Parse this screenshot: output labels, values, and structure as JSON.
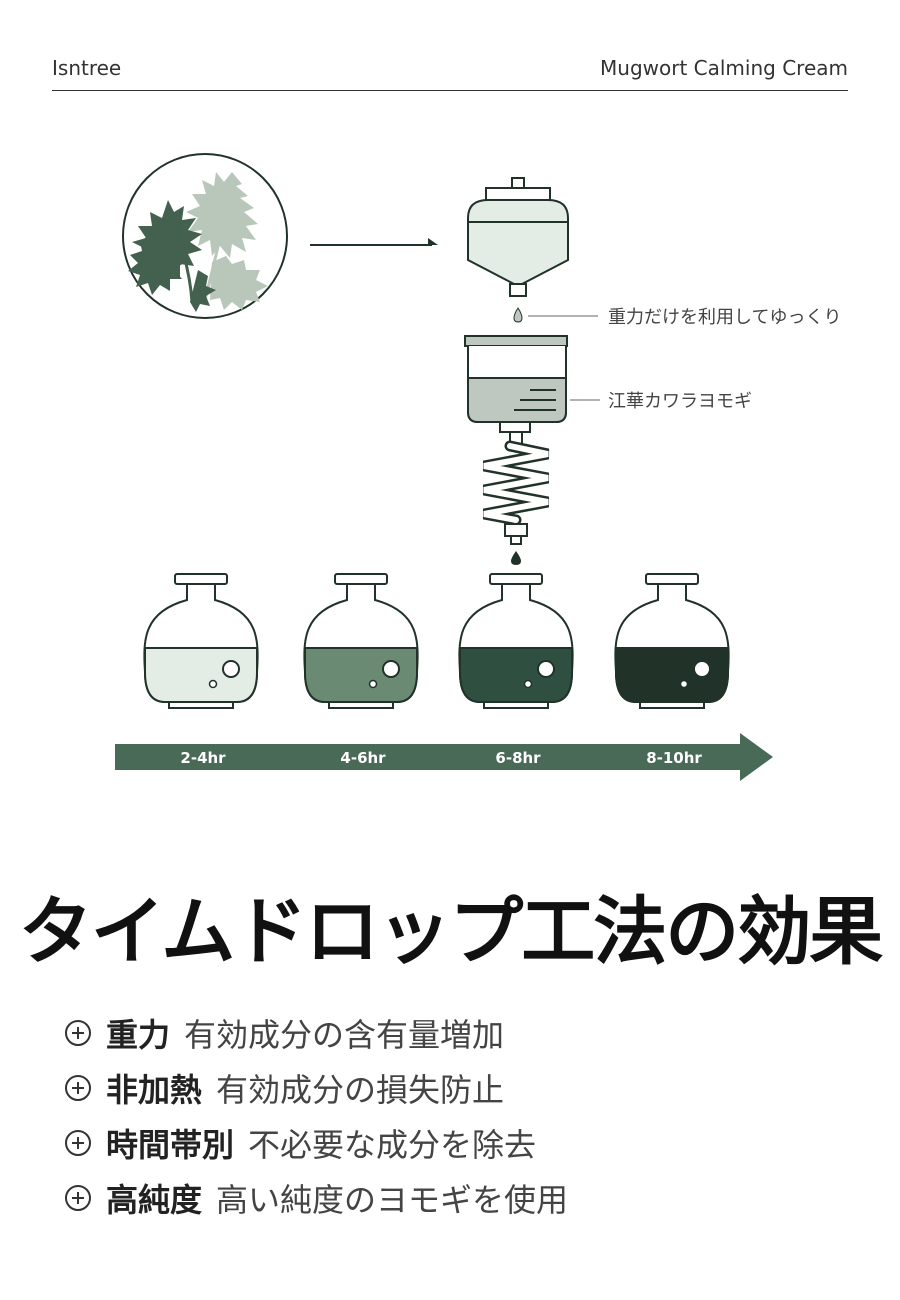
{
  "header": {
    "brand": "Isntree",
    "product": "Mugwort Calming Cream"
  },
  "diagram": {
    "labels": {
      "gravity": "重力だけを利用してゆっくり",
      "mugwort": "江華カワラヨモギ"
    },
    "timeline": [
      "2-4hr",
      "4-6hr",
      "6-8hr",
      "8-10hr"
    ],
    "colors": {
      "dark": "#213229",
      "flask_fills": [
        "#e3ede5",
        "#6a8a74",
        "#2f5040",
        "#213229"
      ],
      "tank": "#e3ede5",
      "beaker": "#bfc8c0",
      "arrow": "#4a6a58",
      "leaf_dark": "#44604f",
      "leaf_light": "#b9c7bb"
    }
  },
  "title": "タイムドロップ工法の効果",
  "benefits": [
    {
      "head": "重力",
      "text": "有効成分の含有量増加"
    },
    {
      "head": "非加熱",
      "text": "有効成分の損失防止"
    },
    {
      "head": "時間帯別",
      "text": "不必要な成分を除去"
    },
    {
      "head": "高純度",
      "text": "高い純度のヨモギを使用"
    }
  ]
}
